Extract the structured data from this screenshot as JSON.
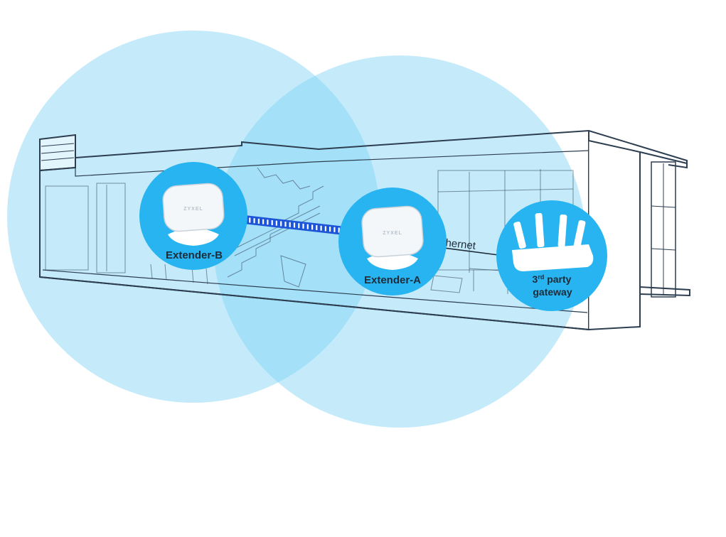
{
  "colors": {
    "coverage": "#7fd3f7",
    "node_circle": "#27b4f0",
    "backhaul": "#1d55d8",
    "house_line": "#2c3e50",
    "house_fill": "#dff3fb",
    "label": "#1e2b38"
  },
  "nodes": {
    "extender_b": {
      "label": "Extender-B",
      "brand": "ZYXEL"
    },
    "extender_a": {
      "label": "Extender-A",
      "brand": "ZYXEL"
    },
    "gateway": {
      "label_line1_prefix": "3",
      "label_line1_sup": "rd",
      "label_line1_suffix": " party",
      "label_line2": "gateway"
    }
  },
  "links": {
    "ethernet": {
      "label": "Ethernet"
    }
  },
  "icons": [
    "extender-device-icon",
    "router-icon"
  ]
}
